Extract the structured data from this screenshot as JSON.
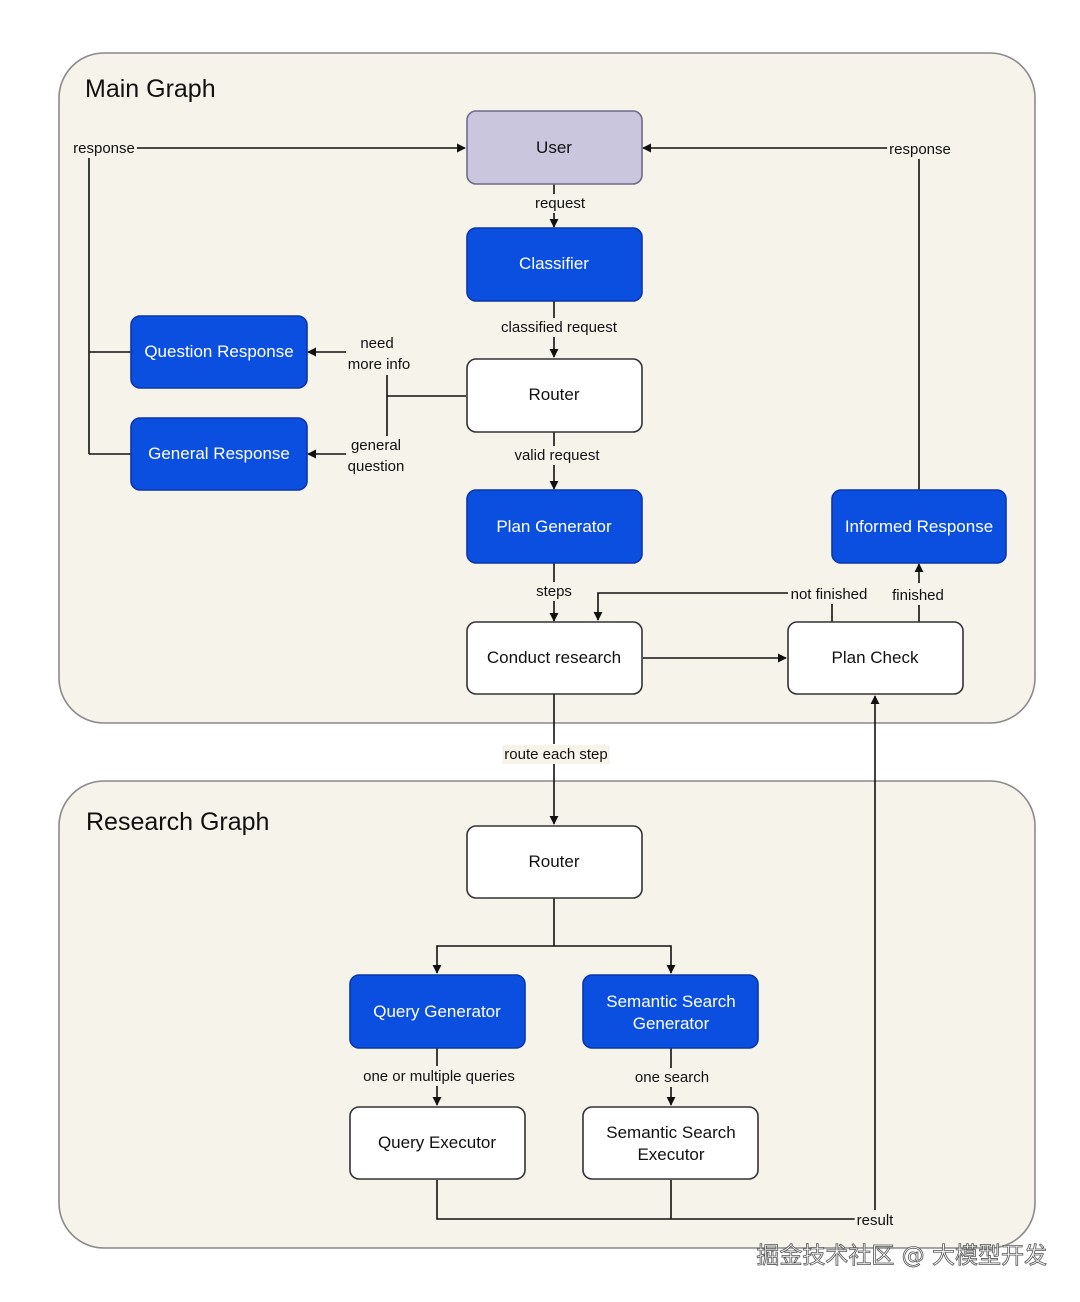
{
  "groups": {
    "main": "Main Graph",
    "research": "Research Graph"
  },
  "nodes": {
    "user": "User",
    "classifier": "Classifier",
    "router_main": "Router",
    "question_response": "Question Response",
    "general_response": "General Response",
    "plan_generator": "Plan Generator",
    "informed_response": "Informed Response",
    "conduct_research": "Conduct research",
    "plan_check": "Plan Check",
    "router_research": "Router",
    "query_generator": "Query Generator",
    "semantic_search_generator_1": "Semantic Search",
    "semantic_search_generator_2": "Generator",
    "query_executor": "Query Executor",
    "semantic_search_executor_1": "Semantic Search",
    "semantic_search_executor_2": "Executor"
  },
  "edges": {
    "response_left": "response",
    "response_right": "response",
    "request": "request",
    "classified_request": "classified request",
    "need_more_info_1": "need",
    "need_more_info_2": "more info",
    "general_question_1": "general",
    "general_question_2": "question",
    "valid_request": "valid request",
    "steps": "steps",
    "not_finished": "not finished",
    "finished": "finished",
    "route_each_step": "route each step",
    "one_or_multiple_queries": "one or multiple queries",
    "one_search": "one search",
    "result": "result"
  },
  "watermark": "掘金技术社区 @ 大模型开发",
  "colors": {
    "group_fill": "#f5f3ea",
    "group_stroke": "#8a8a8a",
    "blue_fill": "#0b4fe0",
    "blue_stroke": "#0a36a8",
    "blue_text": "#ffffff",
    "user_fill": "#c9c6dd",
    "white_fill": "#ffffff",
    "node_stroke": "#333333",
    "edge": "#111111"
  }
}
